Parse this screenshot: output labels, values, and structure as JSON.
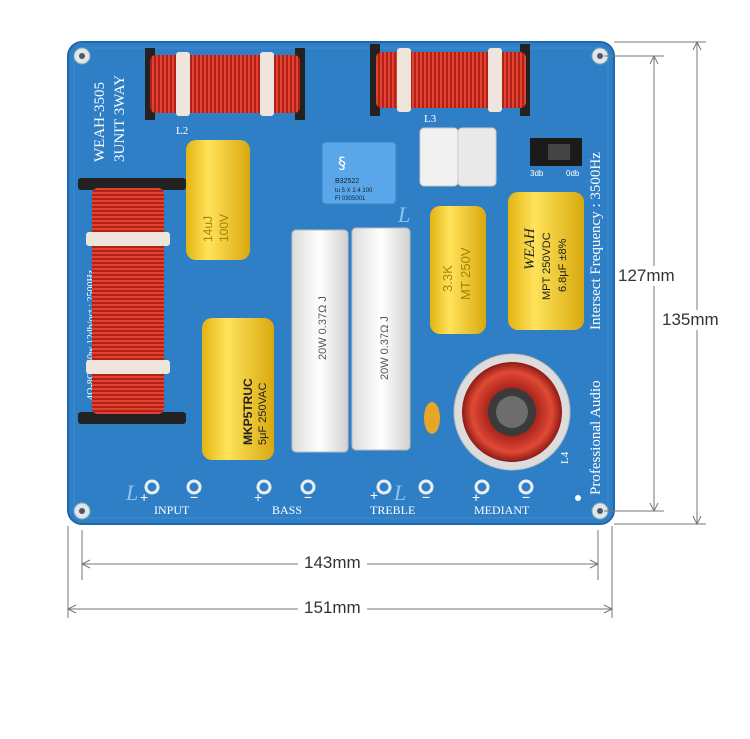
{
  "board": {
    "model": "WEAH-3505",
    "type": "3UNIT 3WAY",
    "spec": "4Ω-8Ω/150w 12db/oct : 2500Hz",
    "brand_line": "Professional Audio",
    "freq_line": "Intersect Frequency : 3500Hz",
    "coil_labels": [
      "L2",
      "L3",
      "L4"
    ],
    "trace_letter": "L"
  },
  "terminals": {
    "input": "INPUT",
    "bass": "BASS",
    "treble": "TREBLE",
    "mediant": "MEDIANT",
    "plus": "+",
    "minus": "−"
  },
  "components": {
    "cap_left_top": [
      "14uJ",
      "100V"
    ],
    "cap_left_bottom": [
      "MKP5TRUC",
      "5μF 250VAC"
    ],
    "resistor_1": "20W 0.37Ω J",
    "resistor_2": "20W 0.37Ω J",
    "blue_cap": [
      "B32522",
      "tu 5 X 2.4 100",
      "FI 0305001"
    ],
    "cap_mid": [
      "3.3K",
      "MT 250V"
    ],
    "cap_right": [
      "WEAH",
      "MPT 250VDC",
      "6.8μF ±8%"
    ],
    "switch_labels": [
      "3db",
      "0db"
    ]
  },
  "dimensions": {
    "inner_width": "143mm",
    "outer_width": "151mm",
    "inner_height": "127mm",
    "outer_height": "135mm"
  },
  "colors": {
    "pcb": "#2f7fc7",
    "pcb_edge": "#1f66ad",
    "copper": "#c4231b",
    "cap_yellow": "#f4cf2a",
    "silkscreen": "#ffffff"
  }
}
